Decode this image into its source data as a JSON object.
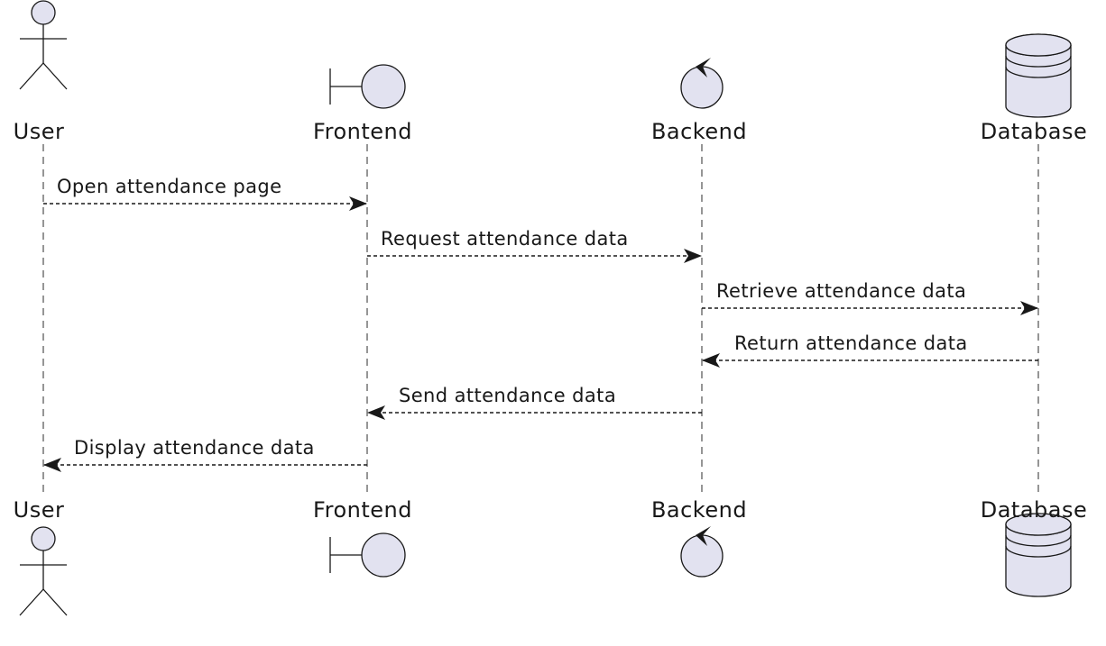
{
  "participants": [
    {
      "name": "User",
      "kind": "actor"
    },
    {
      "name": "Frontend",
      "kind": "boundary"
    },
    {
      "name": "Backend",
      "kind": "control"
    },
    {
      "name": "Database",
      "kind": "database"
    }
  ],
  "messages": [
    {
      "from": 0,
      "to": 1,
      "text": "Open attendance page"
    },
    {
      "from": 1,
      "to": 2,
      "text": "Request attendance data"
    },
    {
      "from": 2,
      "to": 3,
      "text": "Retrieve attendance data"
    },
    {
      "from": 3,
      "to": 2,
      "text": "Return attendance data"
    },
    {
      "from": 2,
      "to": 1,
      "text": "Send attendance data"
    },
    {
      "from": 1,
      "to": 0,
      "text": "Display attendance data"
    }
  ],
  "colors": {
    "participant_fill": "#E2E2F0",
    "stroke": "#181818",
    "lifeline": "#181818"
  }
}
